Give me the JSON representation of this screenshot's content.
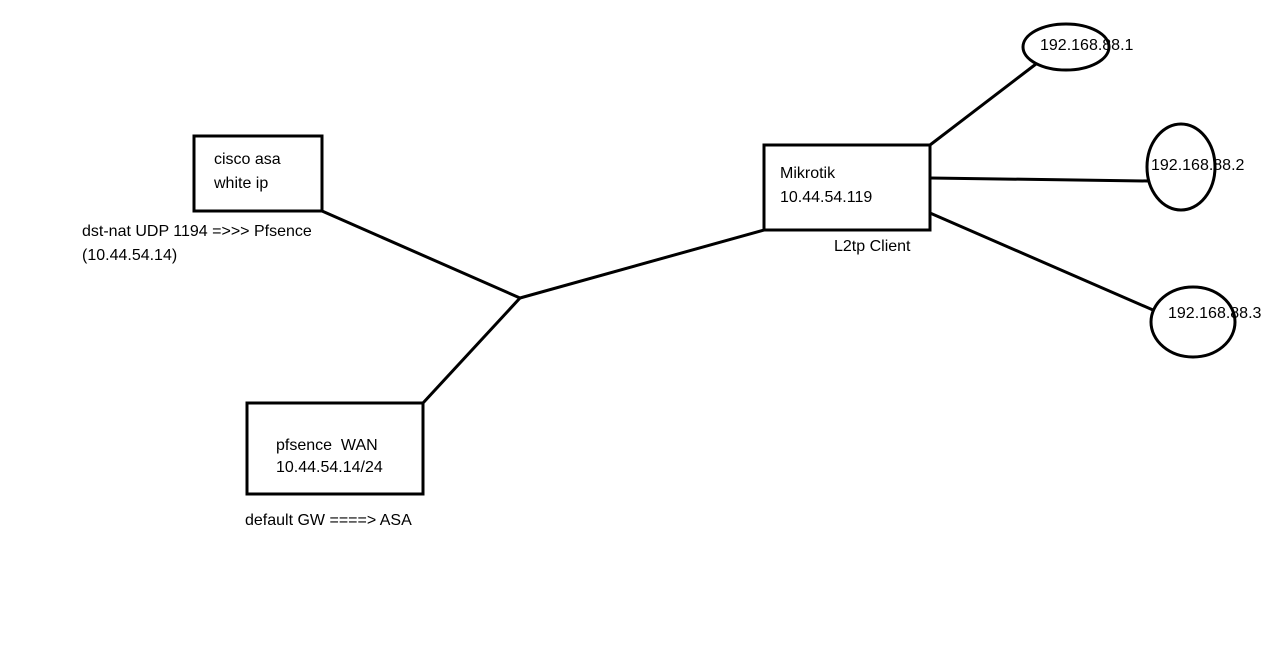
{
  "colors": {
    "background": "#ffffff",
    "stroke": "#000000",
    "text": "#000000"
  },
  "nodes": {
    "cisco_asa": {
      "line1": "cisco asa",
      "line2": "white ip",
      "note_line1": "dst-nat UDP 1194 =>>> Pfsence",
      "note_line2": "(10.44.54.14)"
    },
    "pfsense": {
      "line1": "pfsence  WAN",
      "line2": "10.44.54.14/24",
      "note": "default GW ====> ASA"
    },
    "mikrotik": {
      "line1": "Mikrotik",
      "line2": "10.44.54.119",
      "note": "L2tp Client"
    }
  },
  "clients": [
    {
      "label": "192.168.88.1"
    },
    {
      "label": "192.168.88.2"
    },
    {
      "label": "192.168.88.3"
    }
  ]
}
